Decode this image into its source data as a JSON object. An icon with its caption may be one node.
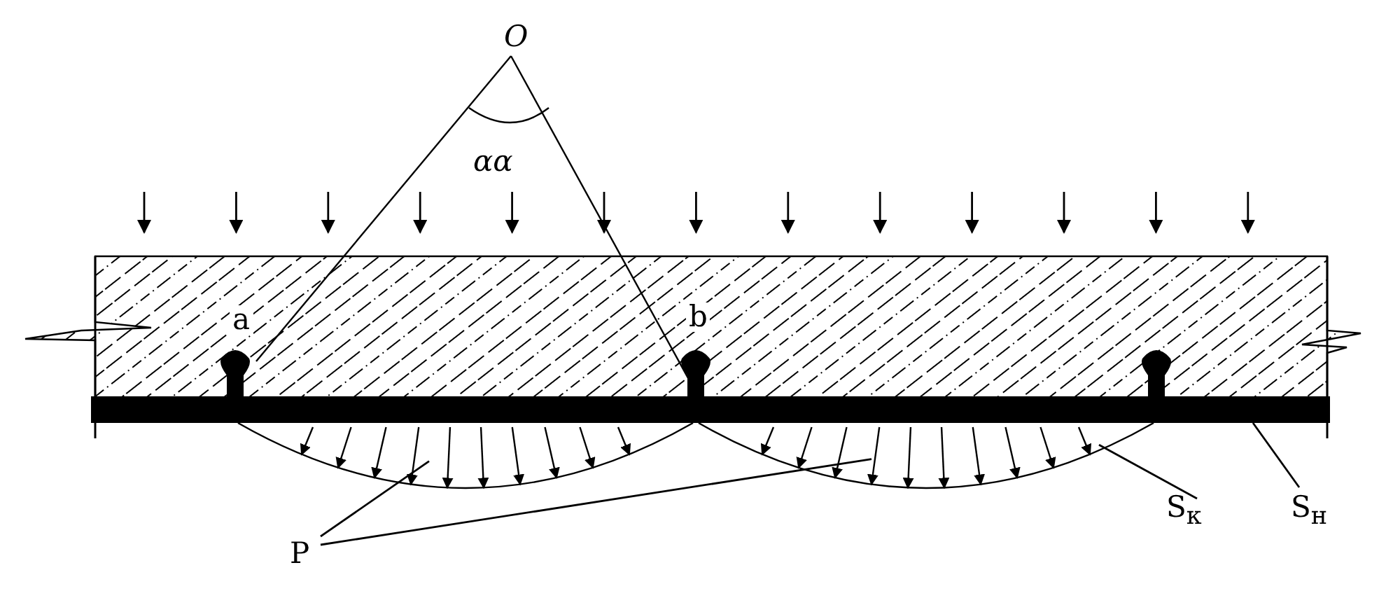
{
  "diagram": {
    "nodes": [
      {
        "text": [
          "P"
        ]
      },
      {
        "text": [],
        "shape": "segment"
      },
      {
        "text": [],
        "shape": "segment"
      },
      {
        "text": [
          "S$_{к}$"
        ]
      },
      {
        "text": [
          "S$_{н}$"
        ]
      },
      {
        "text": [],
        "shape": "bar"
      }
    ],
    "edges": [
      {
        "from": 0,
        "to": 1,
        "arrow": "none"
      },
      {
        "from": 0,
        "to": 2,
        "arrow": "none"
      },
      {
        "from": 3,
        "to": 2,
        "arrow": "none"
      },
      {
        "from": 4,
        "to": 5,
        "arrow": "none"
      }
    ],
    "labels": [
      "O",
      "αα",
      "a",
      "b"
    ]
  }
}
